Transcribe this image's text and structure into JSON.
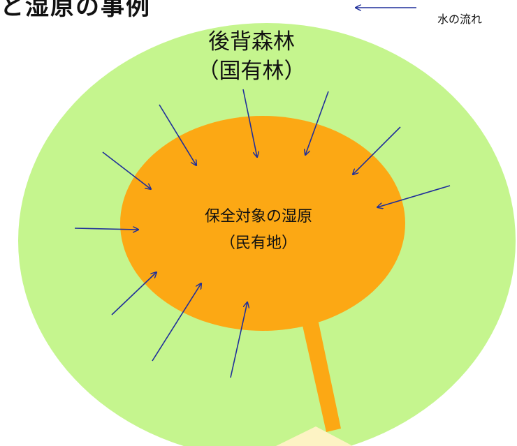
{
  "title_fragment": "と湿原の事例",
  "legend": {
    "label": "水の流れ",
    "arrow_color": "#1f2f9a"
  },
  "forest": {
    "name": "後背森林",
    "ownership": "（国有林）",
    "color": "#c5f58e"
  },
  "wetland": {
    "name": "保全対象の湿原",
    "ownership": "（民有地）",
    "color": "#fca814"
  },
  "outlet_color": "#fca814",
  "callout_color": "#fdf3c4"
}
